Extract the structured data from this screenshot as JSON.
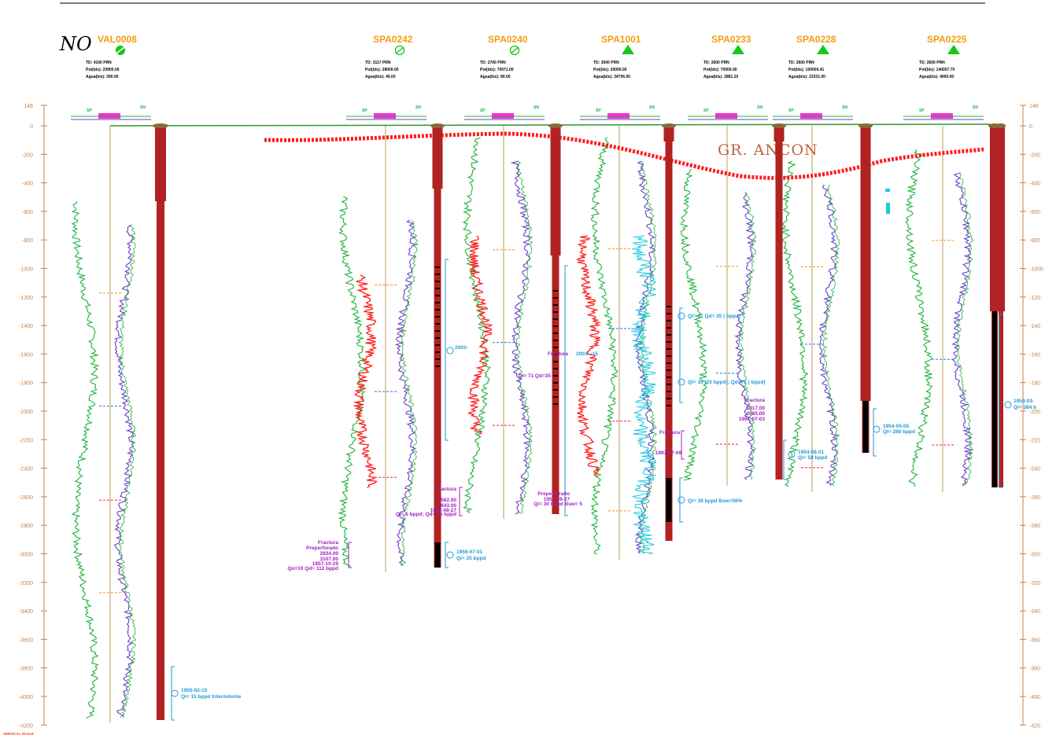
{
  "region_label": "NO",
  "formation_label": "GR.  ANCON",
  "scale_footer": "VERTICAL SCALE",
  "colors": {
    "well_name": "#f39c12",
    "casing": "#b22222",
    "gr_log": "#1db33a",
    "res_log": "#6b3fc9",
    "sp_log": "#ff1a1a",
    "sonic_log": "#1fc8e0",
    "test_text": "#1f9ad6",
    "frac_text": "#a020c0",
    "marker": "#ff2222",
    "axis": "#c8824a"
  },
  "depth_axis": {
    "ticks": [
      "148",
      "0",
      "-200",
      "-400",
      "-600",
      "-800",
      "-1000",
      "-1200",
      "-1400",
      "-1600",
      "-1800",
      "-2000",
      "-2200",
      "-2400",
      "-2600",
      "-2800",
      "-3000",
      "-3200",
      "-3400",
      "-3600",
      "-3800",
      "-4000",
      "-4200"
    ],
    "right_ticks": [
      "148",
      "0",
      "-200",
      "-400",
      "-600",
      "-800",
      "-1000",
      "-120",
      "-140",
      "-160",
      "-180",
      "-200",
      "-220",
      "-240",
      "-260",
      "-280",
      "-300",
      "-320",
      "-340",
      "-360",
      "-380",
      "-400",
      "-420"
    ]
  },
  "wells": [
    {
      "name": "VAL0008",
      "symbol": "dry",
      "td": "TD:  4100   PRN",
      "pot": "Pot(bls): 20900.00",
      "agua": "Agua(bls): 300.00"
    },
    {
      "name": "SPA0242",
      "symbol": "abandoned",
      "td": "TD:  3117   PRN",
      "pot": "Pot(bls): 28000.00",
      "agua": "Agua(bls): 40.00"
    },
    {
      "name": "SPA0240",
      "symbol": "abandoned",
      "td": "TD:  2700   PRN",
      "pot": "Pot(bls): 70071.00",
      "agua": "Agua(bls): 80.00"
    },
    {
      "name": "SPA1001",
      "symbol": "producer",
      "td": "TD:  3000   PRN",
      "pot": "Pot(bls): 20000.00",
      "agua": "Agua(bls): 34706.00"
    },
    {
      "name": "SPA0233",
      "symbol": "producer",
      "td": "TD:  2600   PRN",
      "pot": "Pot(bls): 70000.00",
      "agua": "Agua(bls): 2881.10"
    },
    {
      "name": "SPA0228",
      "symbol": "producer",
      "td": "TD:  2600   PRN",
      "pot": "Pot(bls): 100000.41",
      "agua": "Agua(bls): 23331.00"
    },
    {
      "name": "SPA0225",
      "symbol": "producer",
      "td": "TD:  2600   PRN",
      "pot": "Pot(bls): 140007.70",
      "agua": "Agua(bls): 4000.00"
    }
  ],
  "annotations": [
    {
      "id": "a1",
      "text": "1955-02-15"
    },
    {
      "id": "a2",
      "text": "Qi= 15 bppd   Intermitente"
    },
    {
      "id": "a3",
      "text": "Fractura"
    },
    {
      "id": "a4",
      "text": "Preperforado"
    },
    {
      "id": "a5",
      "text": "2834.00"
    },
    {
      "id": "a6",
      "text": "3107.00"
    },
    {
      "id": "a7",
      "text": "1957-10-29"
    },
    {
      "id": "a8",
      "text": "Qo=10  Qd=  112 bppd"
    },
    {
      "id": "a9",
      "text": "1956-07-01"
    },
    {
      "id": "a10",
      "text": "Qi= 25 bppd"
    },
    {
      "id": "a11",
      "text": "2003-"
    },
    {
      "id": "a12",
      "text": "Fractura"
    },
    {
      "id": "a13",
      "text": "2562.00"
    },
    {
      "id": "a14",
      "text": "2643.00"
    },
    {
      "id": "a15",
      "text": "1957-08-27"
    },
    {
      "id": "a16",
      "text": "Qi= 5 bppd; Qd= 15 bppd"
    },
    {
      "id": "a17",
      "text": "Fractura"
    },
    {
      "id": "a18",
      "text": "2003-  -15"
    },
    {
      "id": "a19",
      "text": "Qi= 71 Qd=35"
    },
    {
      "id": "a20",
      "text": "Preperforado"
    },
    {
      "id": "a21",
      "text": "1957-08-27"
    },
    {
      "id": "a22",
      "text": "Qi= 30 bppd  Bsw= 5"
    },
    {
      "id": "a23",
      "text": "Qi= 61  Qd= 35 (   bppd)"
    },
    {
      "id": "a24",
      "text": "Qi= 16 (25 bppd); Qd=73 (   bppd)"
    },
    {
      "id": "a25",
      "text": "Fractura"
    },
    {
      "id": "a26",
      "text": "1997-07-09"
    },
    {
      "id": "a27",
      "text": "Qi= 38 bppd  Bsw=56%"
    },
    {
      "id": "a28",
      "text": "Fractura"
    },
    {
      "id": "a29",
      "text": "1917.00"
    },
    {
      "id": "a30",
      "text": "2085.00"
    },
    {
      "id": "a31",
      "text": "1997-07-03"
    },
    {
      "id": "a32",
      "text": "1954-08-01"
    },
    {
      "id": "a33",
      "text": "Qi= 58 bppd"
    },
    {
      "id": "a34",
      "text": "1954-05-05"
    },
    {
      "id": "a35",
      "text": "Qi= 280 bppd"
    },
    {
      "id": "a36",
      "text": "1954-03-"
    },
    {
      "id": "a37",
      "text": "Qi= 384 b"
    }
  ]
}
